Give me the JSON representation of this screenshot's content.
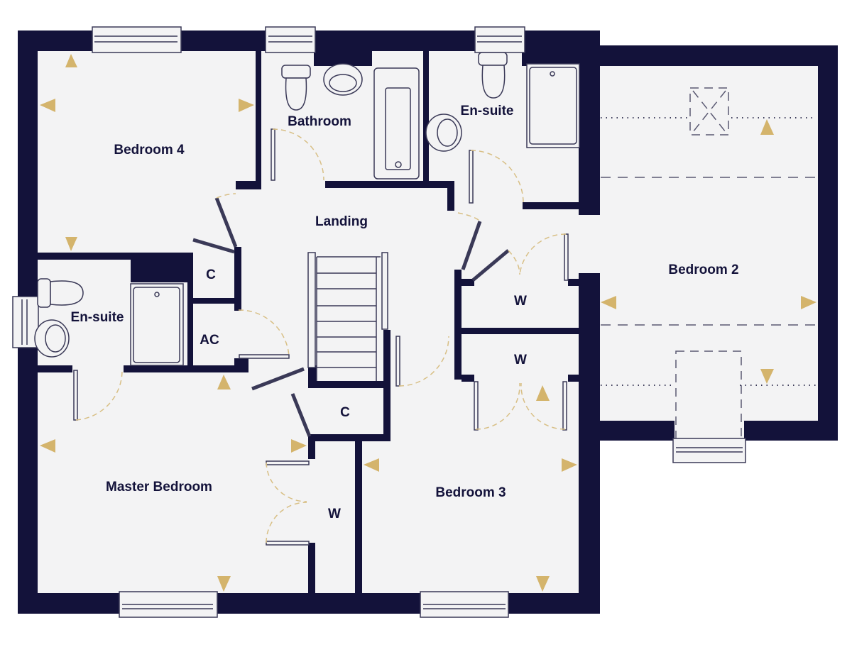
{
  "plan": {
    "colors": {
      "wall": "#13123a",
      "floor": "#f3f3f4",
      "arrow": "#d4b46c",
      "door_swing": "#d8bf85"
    },
    "rooms": [
      {
        "id": "bedroom-4",
        "label": "Bedroom 4"
      },
      {
        "id": "bathroom",
        "label": "Bathroom"
      },
      {
        "id": "en-suite-top",
        "label": "En-suite"
      },
      {
        "id": "landing",
        "label": "Landing"
      },
      {
        "id": "bedroom-2",
        "label": "Bedroom 2"
      },
      {
        "id": "cupboard-1",
        "label": "C"
      },
      {
        "id": "en-suite-left",
        "label": "En-suite"
      },
      {
        "id": "airing-cupboard",
        "label": "AC"
      },
      {
        "id": "wardrobe-1",
        "label": "W"
      },
      {
        "id": "wardrobe-2",
        "label": "W"
      },
      {
        "id": "cupboard-2",
        "label": "C"
      },
      {
        "id": "master-bedroom",
        "label": "Master Bedroom"
      },
      {
        "id": "wardrobe-3",
        "label": "W"
      },
      {
        "id": "bedroom-3",
        "label": "Bedroom 3"
      }
    ],
    "icons": {
      "dimension_marker": "triangle-arrow-icon",
      "skylight": "skylight-icon",
      "toilet": "toilet-icon",
      "basin": "basin-icon",
      "bath": "bath-icon",
      "shower": "shower-tray-icon",
      "window": "window-icon",
      "staircase": "staircase-icon"
    }
  }
}
